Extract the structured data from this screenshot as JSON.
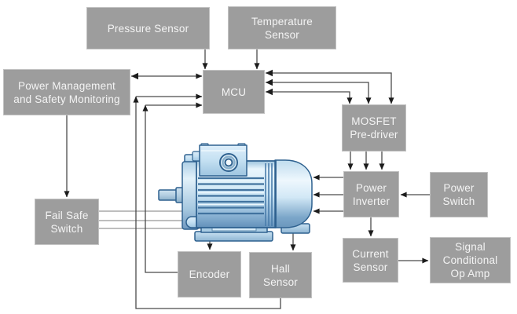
{
  "diagram": {
    "nodes": {
      "pressure_sensor": {
        "label": "Pressure Sensor"
      },
      "temperature_sensor": {
        "label": "Temperature\nSensor"
      },
      "power_management": {
        "label": "Power Management\nand Safety Monitoring"
      },
      "mcu": {
        "label": "MCU"
      },
      "mosfet_predriver": {
        "label": "MOSFET\nPre-driver"
      },
      "power_inverter": {
        "label": "Power\nInverter"
      },
      "power_switch": {
        "label": "Power\nSwitch"
      },
      "fail_safe_switch": {
        "label": "Fail Safe\nSwitch"
      },
      "encoder": {
        "label": "Encoder"
      },
      "hall_sensor": {
        "label": "Hall\nSensor"
      },
      "current_sensor": {
        "label": "Current\nSensor"
      },
      "signal_conditional_op_amp": {
        "label": "Signal\nConditional\nOp Amp"
      }
    },
    "connections": [
      {
        "from": "pressure_sensor",
        "to": "mcu",
        "style": "arrow",
        "lines": 1
      },
      {
        "from": "temperature_sensor",
        "to": "mcu",
        "style": "arrow",
        "lines": 1
      },
      {
        "from": "power_management",
        "to": "mcu",
        "style": "double-arrow",
        "lines": 1
      },
      {
        "from": "hall_sensor",
        "to": "mcu",
        "style": "arrow",
        "lines": 1
      },
      {
        "from": "encoder",
        "to": "mcu",
        "style": "arrow",
        "lines": 1
      },
      {
        "from": "mcu",
        "to": "mosfet_predriver",
        "style": "double-arrow",
        "lines": 3
      },
      {
        "from": "mosfet_predriver",
        "to": "power_inverter",
        "style": "arrow",
        "lines": 3
      },
      {
        "from": "power_inverter",
        "to": "motor",
        "style": "arrow",
        "lines": 3
      },
      {
        "from": "power_switch",
        "to": "power_inverter",
        "style": "arrow",
        "lines": 1
      },
      {
        "from": "power_inverter",
        "to": "current_sensor",
        "style": "arrow",
        "lines": 1
      },
      {
        "from": "current_sensor",
        "to": "signal_conditional_op_amp",
        "style": "arrow",
        "lines": 1
      },
      {
        "from": "power_management",
        "to": "fail_safe_switch",
        "style": "arrow",
        "lines": 1
      },
      {
        "from": "fail_safe_switch",
        "to": "motor",
        "style": "plain",
        "lines": 3
      },
      {
        "from": "motor",
        "to": "encoder",
        "style": "arrow",
        "lines": 1
      },
      {
        "from": "motor",
        "to": "hall_sensor",
        "style": "arrow",
        "lines": 1
      }
    ]
  },
  "colors": {
    "background": "#ffffff",
    "node_fill": "#9d9d9d",
    "node_border": "#c2c2c2",
    "node_label": "#f4f4f4",
    "connector": "#4a4a4a",
    "connector_light": "#969696",
    "arrowhead": "#1c1c1c",
    "motor_outline": "#2e618f",
    "motor_light": "#e9f5fc",
    "motor_dark": "#5d8fb8"
  }
}
